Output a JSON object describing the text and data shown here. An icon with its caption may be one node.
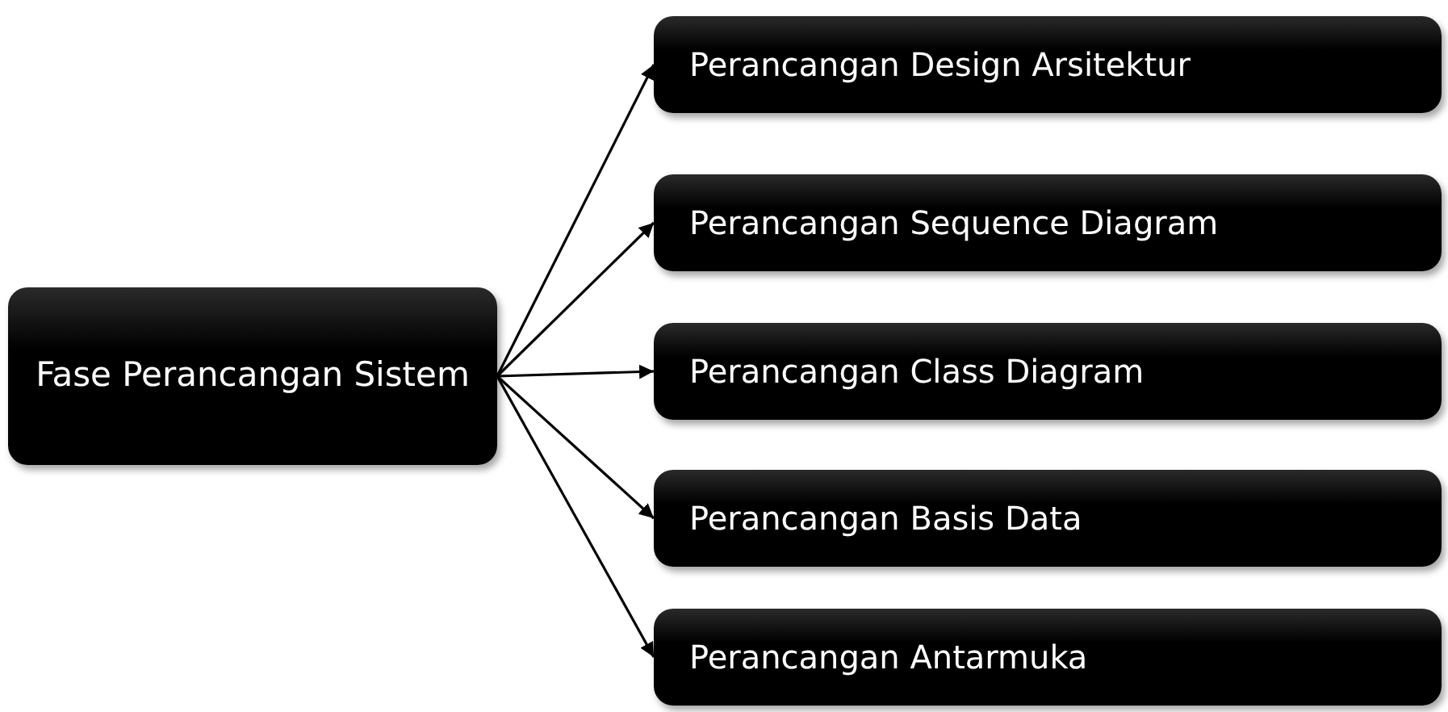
{
  "diagram": {
    "nodes": [
      {
        "text": [
          "Fase Perancangan Sistem"
        ]
      },
      {
        "text": [
          "Perancangan Design Arsitektur"
        ]
      },
      {
        "text": [
          "Perancangan Sequence Diagram"
        ]
      },
      {
        "text": [
          "Perancangan Class Diagram"
        ]
      },
      {
        "text": [
          "Perancangan Basis Data"
        ]
      },
      {
        "text": [
          "Perancangan Antarmuka"
        ]
      }
    ],
    "edges": [
      {
        "from": 0,
        "to": 1,
        "arrow": "to"
      },
      {
        "from": 0,
        "to": 2,
        "arrow": "to"
      },
      {
        "from": 0,
        "to": 3,
        "arrow": "to"
      },
      {
        "from": 0,
        "to": 4,
        "arrow": "to"
      },
      {
        "from": 0,
        "to": 5,
        "arrow": "to"
      }
    ]
  }
}
